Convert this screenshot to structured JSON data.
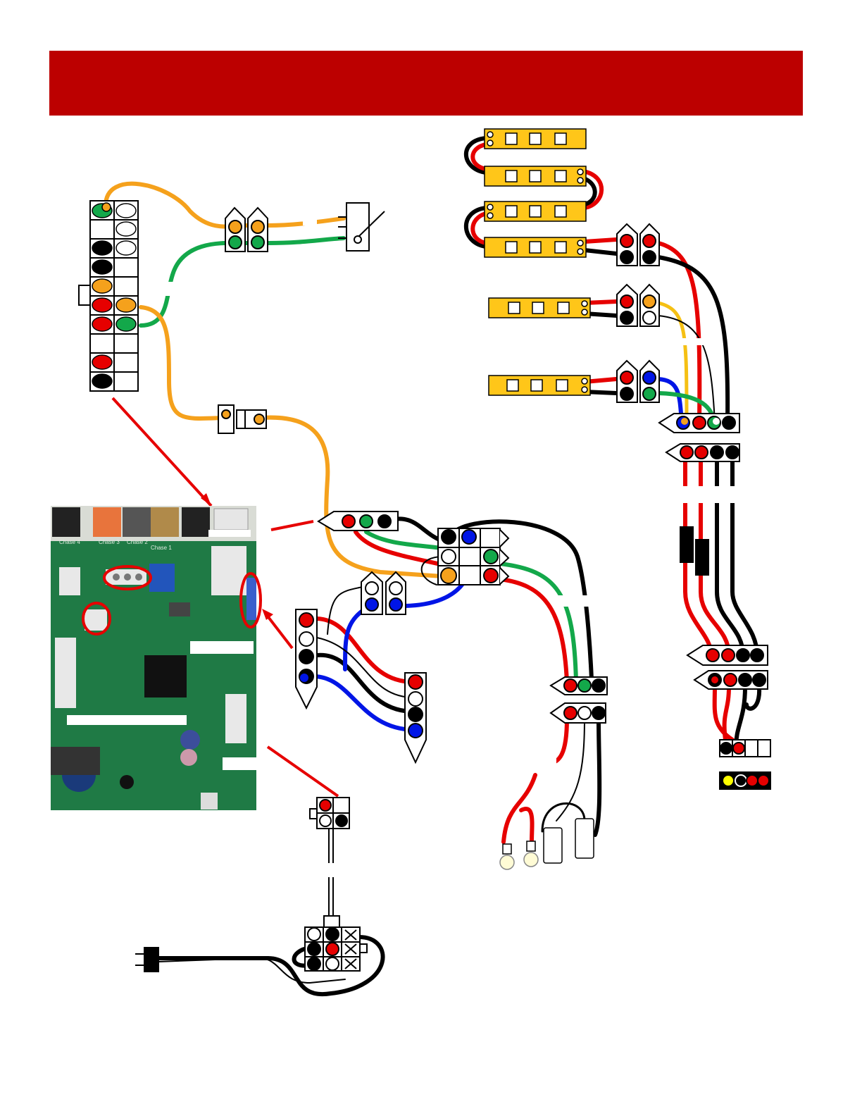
{
  "header": {
    "banner_color": "#bc0000"
  },
  "colors": {
    "red": "#e60000",
    "orange": "#f5a11c",
    "green": "#13a84a",
    "blue": "#0015e6",
    "black": "#000000",
    "white": "#ffffff",
    "yellow": "#ffff00",
    "led_strip": "#ffc619",
    "pcb": "#1f7a45"
  },
  "board": {
    "connector_labels": [
      "Chase 4",
      "Chase 3",
      "Chase 2",
      "Chase 1"
    ],
    "connector_colors": [
      "#222222",
      "#e8743c",
      "#555555",
      "#b08a4a",
      "#222222"
    ]
  },
  "components": {
    "led_strip_count": 6,
    "bulb_icons": [
      "bulb-icon",
      "bulb-icon"
    ],
    "plug_icon": "power-plug-icon",
    "switch_icon": "micro-switch-icon"
  }
}
